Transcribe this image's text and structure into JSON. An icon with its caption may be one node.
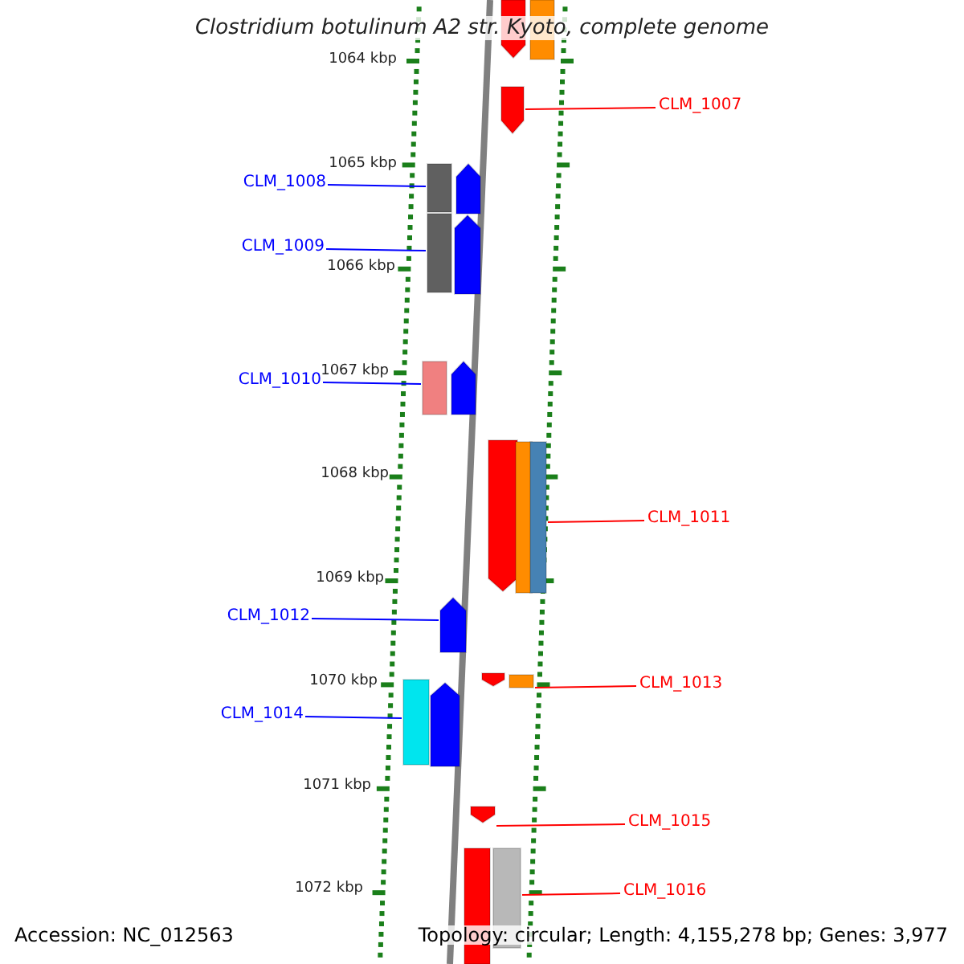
{
  "diagram": {
    "title": "Clostridium botulinum A2 str. Kyoto, complete genome",
    "nodes": [
      {
        "text": [
          "CLM_1007"
        ]
      },
      {
        "text": [
          "CLM_1008"
        ]
      },
      {
        "text": [
          "CLM_1009"
        ]
      },
      {
        "text": [
          "CLM_1010"
        ]
      },
      {
        "text": [
          "CLM_1011"
        ]
      },
      {
        "text": [
          "CLM_1012"
        ]
      },
      {
        "text": [
          "CLM_1013"
        ]
      },
      {
        "text": [
          "CLM_1014"
        ]
      },
      {
        "text": [
          "CLM_1015"
        ]
      },
      {
        "text": [
          "CLM_1016"
        ]
      },
      {
        "text": [],
        "shape": "arrow"
      },
      {
        "text": [],
        "shape": "bar"
      },
      {
        "text": [],
        "shape": "arrow"
      },
      {
        "text": [],
        "shape": "bar"
      },
      {
        "text": [],
        "shape": "arrow"
      },
      {
        "text": [],
        "shape": "bar"
      },
      {
        "text": [],
        "shape": "arrow"
      },
      {
        "text": [],
        "shape": "bar"
      },
      {
        "text": [],
        "shape": "arrow"
      },
      {
        "text": [],
        "shape": "arrow"
      },
      {
        "text": [],
        "shape": "bar"
      },
      {
        "text": [],
        "shape": "bar"
      },
      {
        "text": [],
        "shape": "arrow"
      },
      {
        "text": [],
        "shape": "arrow"
      },
      {
        "text": [],
        "shape": "bar"
      },
      {
        "text": [],
        "shape": "bar"
      },
      {
        "text": [],
        "shape": "arrow"
      },
      {
        "text": [],
        "shape": "arrow"
      },
      {
        "text": [],
        "shape": "bar"
      },
      {
        "text": [],
        "shape": "bar"
      }
    ],
    "edges": [
      {
        "from": 0,
        "to": 12,
        "arrow": "none",
        "color": "#ff0000"
      },
      {
        "from": 1,
        "to": 13,
        "arrow": "none",
        "color": "#0000ff"
      },
      {
        "from": 2,
        "to": 15,
        "arrow": "none",
        "color": "#0000ff"
      },
      {
        "from": 3,
        "to": 17,
        "arrow": "none",
        "color": "#0000ff"
      },
      {
        "from": 4,
        "to": 21,
        "arrow": "none",
        "color": "#ff0000"
      },
      {
        "from": 5,
        "to": 22,
        "arrow": "none",
        "color": "#0000ff"
      },
      {
        "from": 6,
        "to": 24,
        "arrow": "none",
        "color": "#ff0000"
      },
      {
        "from": 7,
        "to": 25,
        "arrow": "none",
        "color": "#0000ff"
      },
      {
        "from": 8,
        "to": 27,
        "arrow": "none",
        "color": "#ff0000"
      },
      {
        "from": 9,
        "to": 29,
        "arrow": "none",
        "color": "#ff0000"
      }
    ],
    "labels": [
      "1064 kbp",
      "1065 kbp",
      "1066 kbp",
      "1067 kbp",
      "1068 kbp",
      "1069 kbp",
      "1070 kbp",
      "1071 kbp",
      "1072 kbp",
      "Accession: NC_012563",
      "Topology: circular; Length: 4,155,278 bp; Genes: 3,977"
    ]
  }
}
